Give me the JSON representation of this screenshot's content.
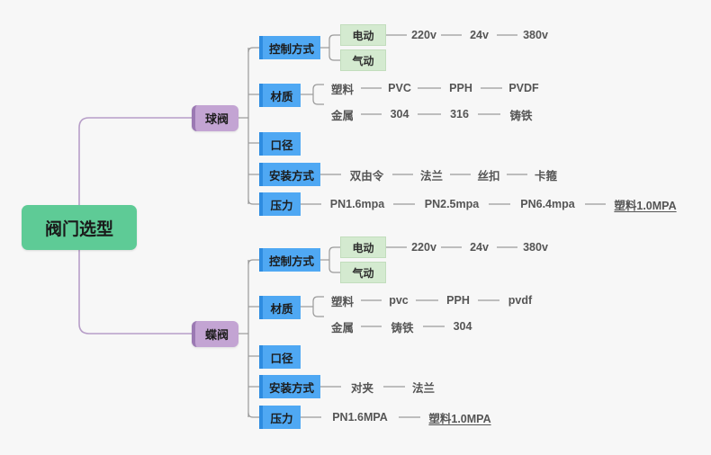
{
  "diagram": {
    "type": "mind-map",
    "title": "阀门选型",
    "background": "#f7f7f7",
    "colors": {
      "root": "#5ecb96",
      "level1": "#c3a4d3",
      "level1_border": "#9b79b3",
      "level2": "#4fa8f3",
      "level2_border": "#2e8ce0",
      "level3": "#d4ead0",
      "level3_border": "#c2ddbd",
      "trunk_link": "#b79ec8",
      "branch_link": "#9a9a9a",
      "leaf_text": "#555555"
    }
  },
  "root": {
    "label": "阀门选型"
  },
  "branches": [
    {
      "label": "球阀",
      "children": [
        {
          "label": "控制方式",
          "chips": [
            {
              "label": "电动",
              "leaves": [
                "220v",
                "24v",
                "380v"
              ]
            },
            {
              "label": "气动",
              "leaves": []
            }
          ]
        },
        {
          "label": "材质",
          "rows": [
            {
              "label": "塑料",
              "leaves": [
                "PVC",
                "PPH",
                "PVDF"
              ]
            },
            {
              "label": "金属",
              "leaves": [
                "304",
                "316",
                "铸铁"
              ]
            }
          ]
        },
        {
          "label": "口径",
          "leaves": []
        },
        {
          "label": "安装方式",
          "leaves": [
            "双由令",
            "法兰",
            "丝扣",
            "卡箍"
          ]
        },
        {
          "label": "压力",
          "leaves": [
            "PN1.6mpa",
            "PN2.5mpa",
            "PN6.4mpa",
            "塑料1.0MPA"
          ]
        }
      ]
    },
    {
      "label": "蝶阀",
      "children": [
        {
          "label": "控制方式",
          "chips": [
            {
              "label": "电动",
              "leaves": [
                "220v",
                "24v",
                "380v"
              ]
            },
            {
              "label": "气动",
              "leaves": []
            }
          ]
        },
        {
          "label": "材质",
          "rows": [
            {
              "label": "塑料",
              "leaves": [
                "pvc",
                "PPH",
                "pvdf"
              ]
            },
            {
              "label": "金属",
              "leaves": [
                "铸铁",
                "304"
              ]
            }
          ]
        },
        {
          "label": "口径",
          "leaves": []
        },
        {
          "label": "安装方式",
          "leaves": [
            "对夹",
            "法兰"
          ]
        },
        {
          "label": "压力",
          "leaves": [
            "PN1.6MPA",
            "塑料1.0MPA"
          ]
        }
      ]
    }
  ]
}
